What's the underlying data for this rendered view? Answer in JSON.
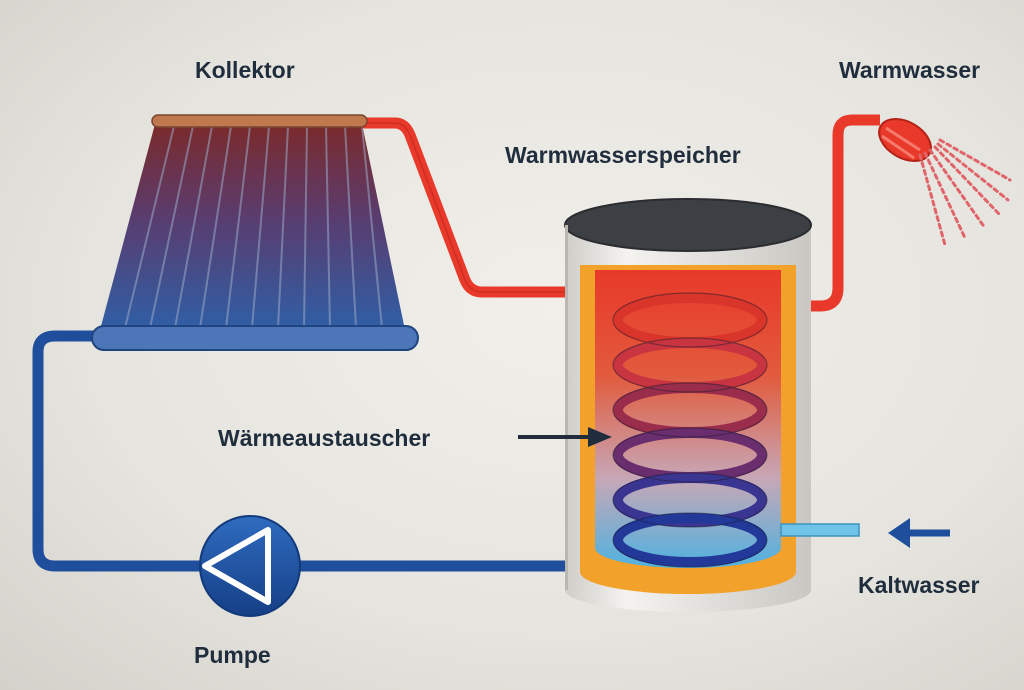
{
  "labels": {
    "collector": "Kollektor",
    "hot_water": "Warmwasser",
    "storage_tank": "Warmwasserspeicher",
    "heat_exchanger": "Wärmeaustauscher",
    "pump": "Pumpe",
    "cold_water": "Kaltwasser"
  },
  "colors": {
    "hot": "#e8392a",
    "cold": "#1f4f9c",
    "tank_insulation": "#f2a12b",
    "tank_shell": "#e9e7e3",
    "text": "#1f2d3d"
  }
}
